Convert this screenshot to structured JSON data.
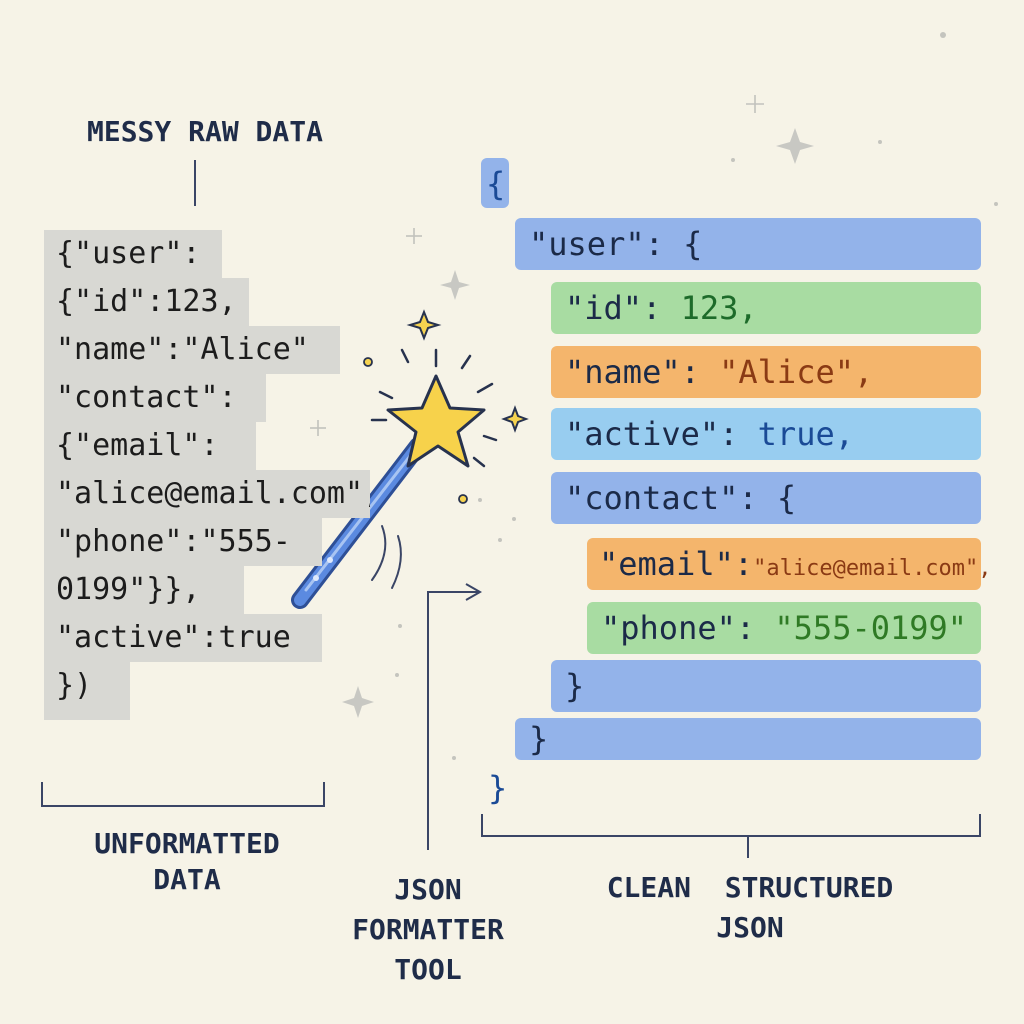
{
  "captions": {
    "top_left": "MESSY RAW DATA",
    "unformatted": [
      "UNFORMATTED",
      "DATA"
    ],
    "tool": [
      "JSON",
      "FORMATTER",
      "TOOL"
    ],
    "clean": [
      "CLEAN  STRUCTURED",
      "JSON"
    ]
  },
  "raw_lines": [
    "{\"user\":",
    "{\"id\":123,",
    "\"name\":\"Alice\"",
    "\"contact\":",
    "{\"email\":",
    "\"alice@email.com\",",
    "\"phone\":\"555-",
    "0199\"}},",
    "\"active\":true",
    "})"
  ],
  "structured": {
    "open_brace": "{",
    "user_key": "\"user\": {",
    "id_key": "\"id\": ",
    "id_val": "123,",
    "name_key": "\"name\": ",
    "name_val": "\"Alice\",",
    "active_key": "\"active\": ",
    "active_val": "true,",
    "contact_key": "\"contact\": {",
    "email_key": "\"email\":",
    "email_val": "\"alice@email.com\",",
    "phone_key": "\"phone\": ",
    "phone_val": "\"555-0199\"",
    "close_contact": "}",
    "close_user": "}",
    "close_root": "}"
  },
  "colors": {
    "background": "#f6f3e7",
    "raw_block": "#d8d8d3",
    "blue_bar": "#93b3ea",
    "green_bar": "#a8dca2",
    "orange_bar": "#f4b56c",
    "sky_bar": "#98cdf0",
    "wand": "#4f7fd8",
    "star": "#f6d350"
  },
  "icons": [
    "magic-wand-icon",
    "star-icon",
    "sparkle-icon",
    "arrow-icon"
  ]
}
